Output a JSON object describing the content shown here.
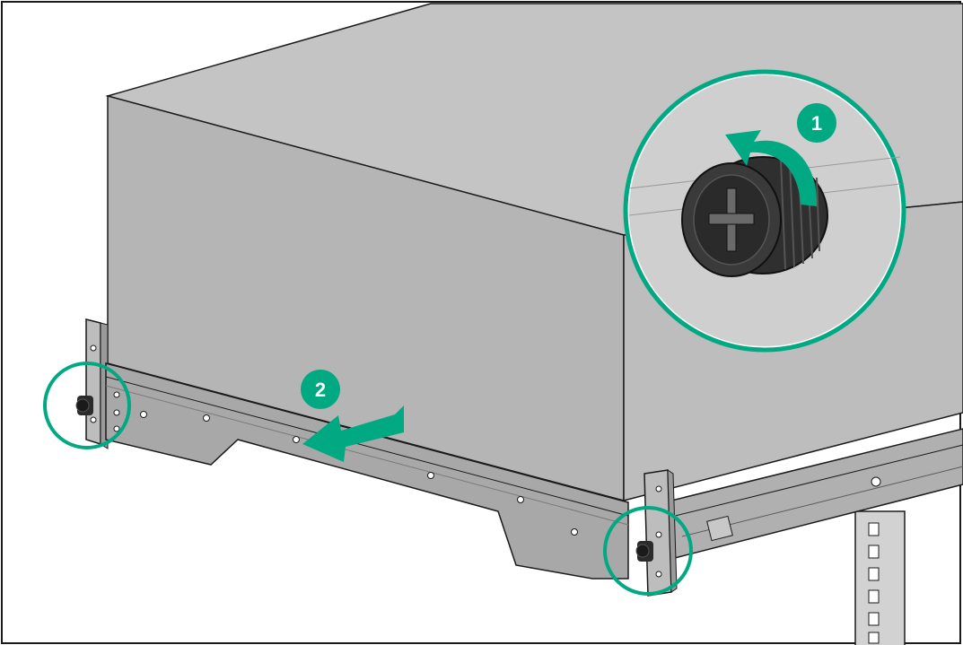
{
  "callouts": [
    {
      "number": "1",
      "action": "loosen-thumbscrew"
    },
    {
      "number": "2",
      "action": "slide-server-out"
    }
  ],
  "colors": {
    "accent": "#01a982",
    "chassis_top": "#c4c4c4",
    "chassis_front": "#b5b5b5",
    "rail": "#a8a8a8",
    "outline": "#1a1a1a",
    "thumbscrew": "#2b2b2b"
  },
  "icons": [
    "rotate-arrow-icon",
    "pull-arrow-icon",
    "thumbscrew-icon"
  ]
}
